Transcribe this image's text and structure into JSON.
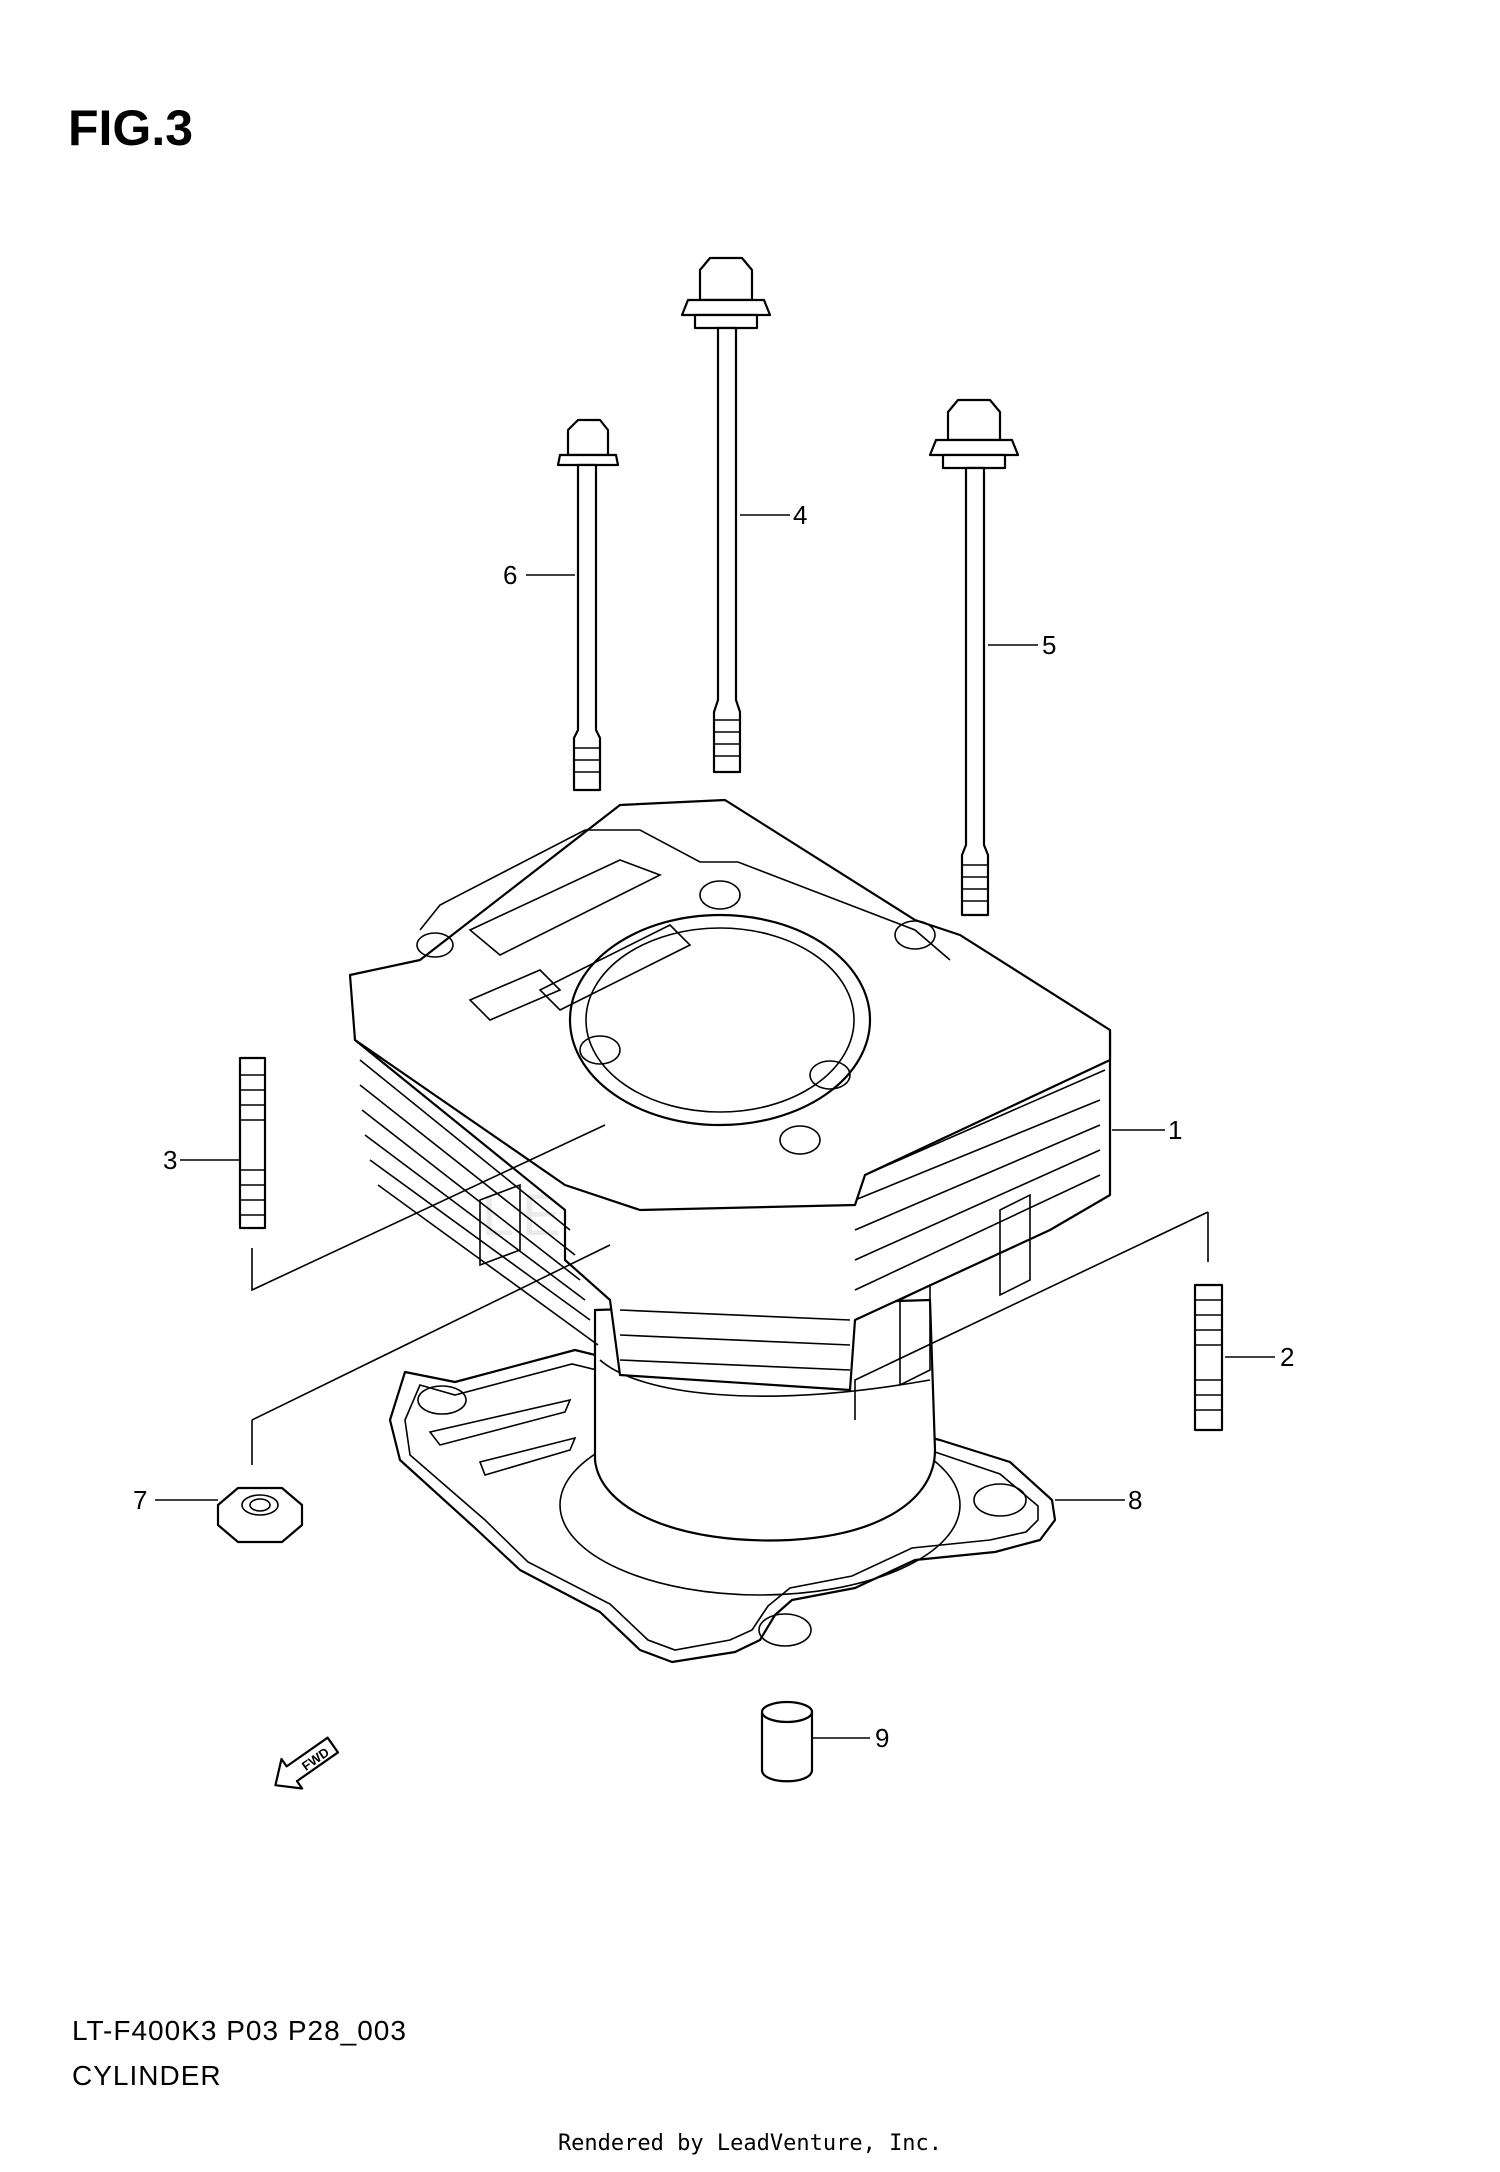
{
  "figure": {
    "title": "FIG.3",
    "code": "LT-F400K3 P03 P28_003",
    "name": "CYLINDER",
    "render_note": "Rendered by LeadVenture, Inc.",
    "fwd_label": "FWD"
  },
  "callouts": [
    {
      "number": "1",
      "part": "cylinder"
    },
    {
      "number": "2",
      "part": "stud"
    },
    {
      "number": "3",
      "part": "stud"
    },
    {
      "number": "4",
      "part": "bolt"
    },
    {
      "number": "5",
      "part": "bolt"
    },
    {
      "number": "6",
      "part": "bolt"
    },
    {
      "number": "7",
      "part": "nut"
    },
    {
      "number": "8",
      "part": "cylinder-gasket"
    },
    {
      "number": "9",
      "part": "dowel-pin"
    }
  ],
  "watermark": {
    "text": "LEADVENTURE"
  }
}
